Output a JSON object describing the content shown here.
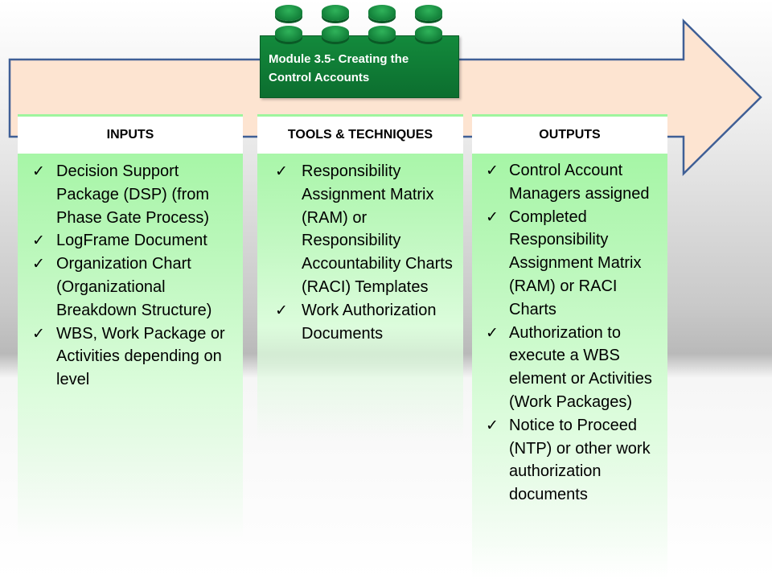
{
  "module": {
    "title": "Module 3.5- Creating the Control Accounts"
  },
  "colors": {
    "arrow_fill": "#fde4d1",
    "arrow_stroke": "#3f5f96",
    "brick_green": "#0f7b35",
    "panel_green": "#9ef59e"
  },
  "panels": {
    "inputs": {
      "header": "INPUTS",
      "items": [
        "Decision Support Package (DSP) (from Phase Gate Process)",
        "LogFrame Document",
        "Organization Chart (Organizational Breakdown Structure)",
        "WBS, Work Package or Activities depending on level"
      ]
    },
    "tools": {
      "header": "TOOLS & TECHNIQUES",
      "items": [
        "Responsibility Assignment Matrix (RAM) or Responsibility Accountability Charts (RACI) Templates",
        "Work Authorization Documents"
      ]
    },
    "outputs": {
      "header": "OUTPUTS",
      "items": [
        "Control Account Managers assigned",
        "Completed Responsibility Assignment Matrix (RAM) or RACI Charts",
        "Authorization to execute a WBS element  or Activities (Work Packages)",
        "Notice to Proceed (NTP) or other work authorization documents"
      ]
    }
  }
}
